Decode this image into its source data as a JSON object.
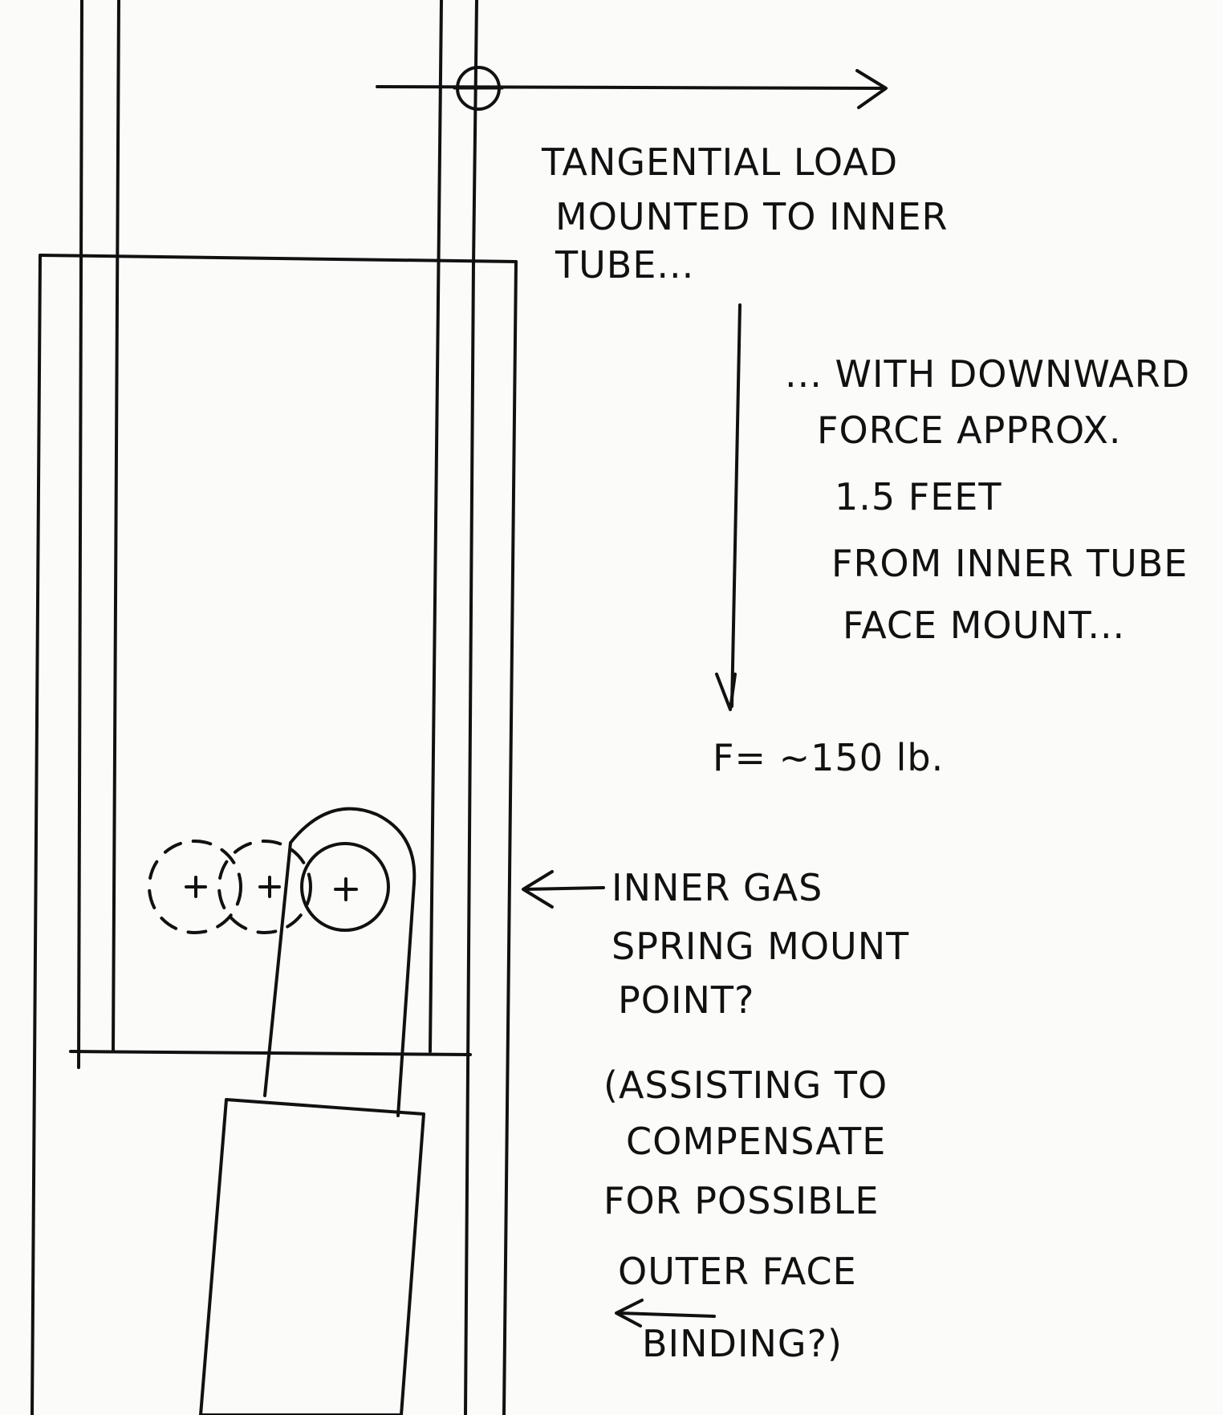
{
  "annotations": {
    "tangential_load": [
      "TANGENTIAL LOAD",
      "MOUNTED TO INNER",
      "TUBE..."
    ],
    "downward_force": [
      "... WITH DOWNWARD",
      "FORCE APPROX.",
      "1.5 FEET",
      "FROM INNER TUBE",
      "FACE MOUNT..."
    ],
    "force_value": "F= ~150 lb.",
    "gas_spring": [
      "INNER GAS",
      "SPRING MOUNT",
      "POINT?"
    ],
    "assisting": [
      "(ASSISTING TO",
      "COMPENSATE",
      "FOR POSSIBLE",
      "OUTER FACE",
      "BINDING?)"
    ]
  },
  "colors": {
    "ink": "#111111",
    "paper": "#fbfbfa"
  }
}
